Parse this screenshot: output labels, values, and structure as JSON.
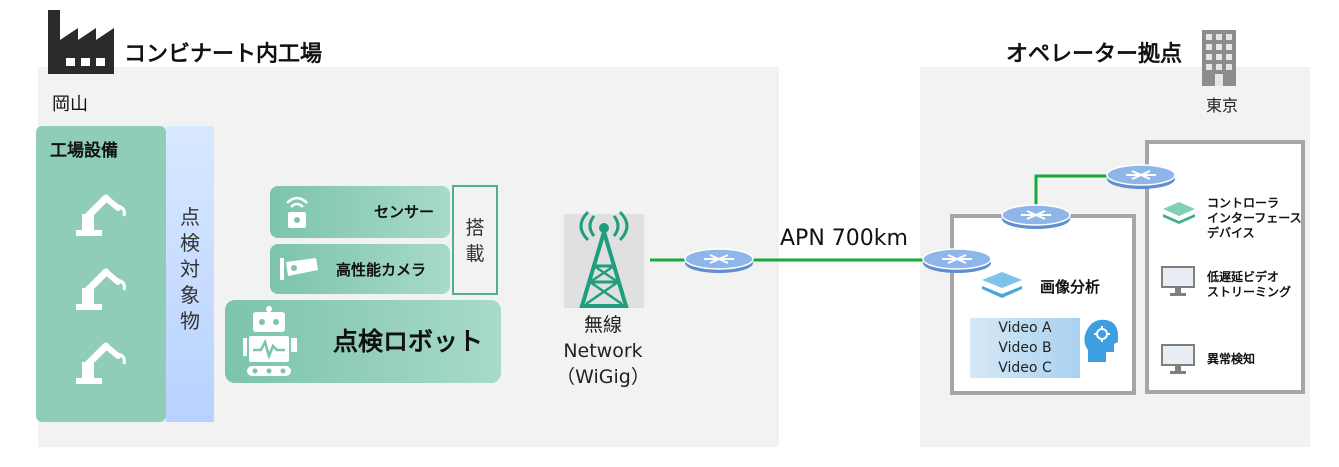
{
  "factory": {
    "title": "コンビナート内工場",
    "location": "岡山",
    "equipment_label": "工場設備",
    "inspection_target": [
      "点",
      "検",
      "対",
      "象",
      "物"
    ],
    "sensor_label": "センサー",
    "camera_label": "高性能カメラ",
    "robot_label": "点検ロボット",
    "mounted_label": [
      "搭",
      "載"
    ]
  },
  "network": {
    "wireless_label": "無線",
    "network_label": "Network",
    "wigig_label": "（WiGig）",
    "apn_label": "APN 700km"
  },
  "operator": {
    "title": "オペレーター拠点",
    "location": "東京",
    "image_analysis_label": "画像分析",
    "videos": [
      "Video A",
      "Video B",
      "Video C"
    ],
    "controller_label": [
      "コントローラ",
      "インターフェース",
      "デバイス"
    ],
    "low_latency_label": [
      "低遅延ビデオ",
      "ストリーミング"
    ],
    "anomaly_label": "異常検知"
  },
  "colors": {
    "teal": "#8fcdb9",
    "teal_dark": "#4fae95",
    "link_green": "#1aa83c",
    "router_blue": "#8fb6e8"
  }
}
